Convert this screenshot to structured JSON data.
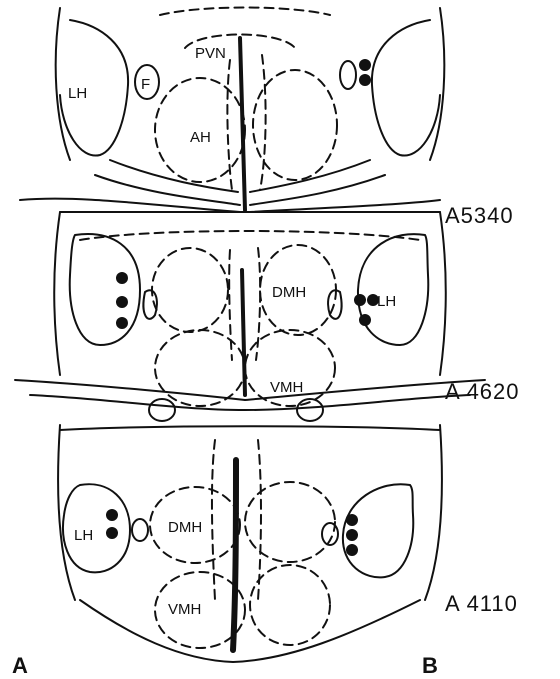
{
  "labels": {
    "pvn": "PVN",
    "lh": "LH",
    "f": "F",
    "ah": "AH",
    "dmh": "DMH",
    "vmh": "VMH"
  },
  "levels": {
    "a5340": "A5340",
    "a4620": "A 4620",
    "a4110": "A 4110"
  },
  "panels": {
    "a": "A",
    "b": "B"
  }
}
